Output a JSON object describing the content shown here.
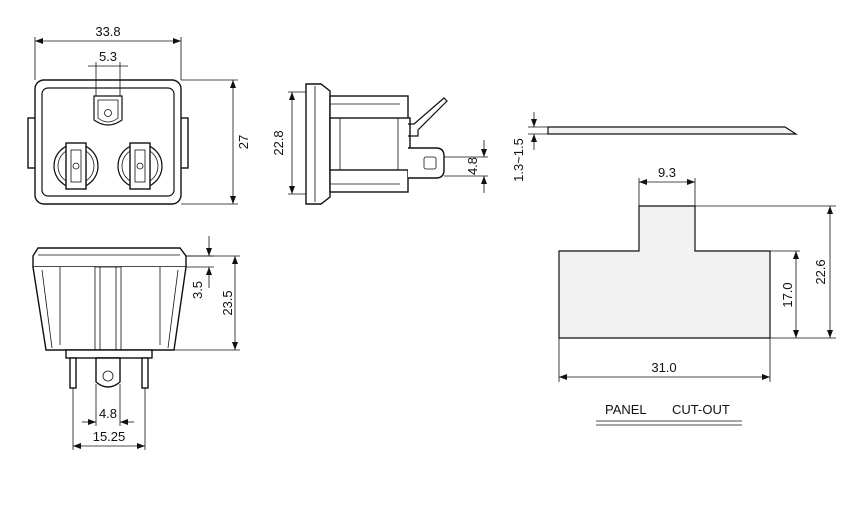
{
  "front_view": {
    "width_dim": "33.8",
    "ground_width_dim": "5.3",
    "height_dim": "27"
  },
  "side_view": {
    "height_dim": "22.8",
    "terminal_dim": "4.8"
  },
  "bottom_view": {
    "flange_dim": "3.5",
    "depth_dim": "23.5",
    "terminal_width_dim": "4.8",
    "terminal_span_dim": "15.25"
  },
  "panel_profile": {
    "thickness_dim": "1.3~1.5"
  },
  "panel_cutout": {
    "tab_width_dim": "9.3",
    "total_height_dim": "22.6",
    "body_height_dim": "17.0",
    "width_dim": "31.0",
    "caption_left": "PANEL",
    "caption_right": "CUT-OUT"
  }
}
